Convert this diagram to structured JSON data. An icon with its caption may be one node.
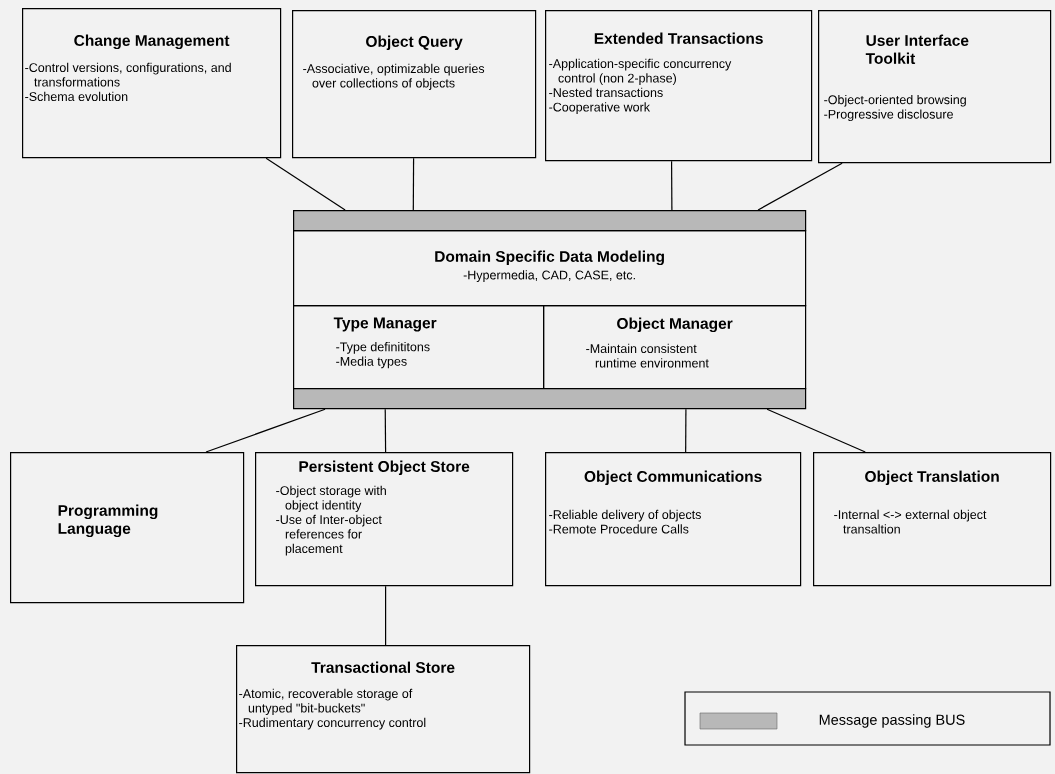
{
  "diagram": {
    "nodes": [
      {
        "text": [
          "Change Management",
          "-Control versions, configurations, and transformations",
          "-Schema evolution"
        ]
      },
      {
        "text": [
          "Object Query",
          "-Associative, optimizable queries over collections of objects"
        ]
      },
      {
        "text": [
          "Extended Transactions",
          "-Application-specific concurrency control (non 2-phase)",
          "-Nested transactions",
          "-Cooperative work"
        ]
      },
      {
        "text": [
          "User Interface Toolkit",
          "-Object-oriented browsing",
          "-Progressive disclosure"
        ]
      },
      {
        "text": [],
        "shape": "bar"
      },
      {
        "text": [
          "Domain Specific Data Modeling",
          "-Hypermedia, CAD, CASE, etc."
        ]
      },
      {
        "text": [
          "Type Manager",
          "-Type definititons",
          "-Media types"
        ]
      },
      {
        "text": [
          "Object Manager",
          "-Maintain consistent runtime environment"
        ]
      },
      {
        "text": [],
        "shape": "bar"
      },
      {
        "text": [
          "Programming Language"
        ]
      },
      {
        "text": [
          "Persistent Object Store",
          "-Object storage with object identity",
          "-Use of Inter-object references for placement"
        ]
      },
      {
        "text": [
          "Object Communications",
          "-Reliable delivery of objects",
          "-Remote Procedure Calls"
        ]
      },
      {
        "text": [
          "Object Translation",
          "-Internal <-> external object transaltion"
        ]
      },
      {
        "text": [
          "Transactional Store",
          "-Atomic, recoverable storage of untyped \"bit-buckets\"",
          "-Rudimentary concurrency control"
        ]
      }
    ],
    "edges": [
      {
        "from": 0,
        "to": 4,
        "arrow": "none"
      },
      {
        "from": 1,
        "to": 4,
        "arrow": "none"
      },
      {
        "from": 2,
        "to": 4,
        "arrow": "none"
      },
      {
        "from": 3,
        "to": 4,
        "arrow": "none"
      },
      {
        "from": 8,
        "to": 9,
        "arrow": "none"
      },
      {
        "from": 8,
        "to": 10,
        "arrow": "none"
      },
      {
        "from": 8,
        "to": 11,
        "arrow": "none"
      },
      {
        "from": 8,
        "to": 12,
        "arrow": "none"
      },
      {
        "from": 10,
        "to": 13,
        "arrow": "none"
      }
    ],
    "legend": [
      {
        "text": "Message passing BUS"
      }
    ]
  }
}
